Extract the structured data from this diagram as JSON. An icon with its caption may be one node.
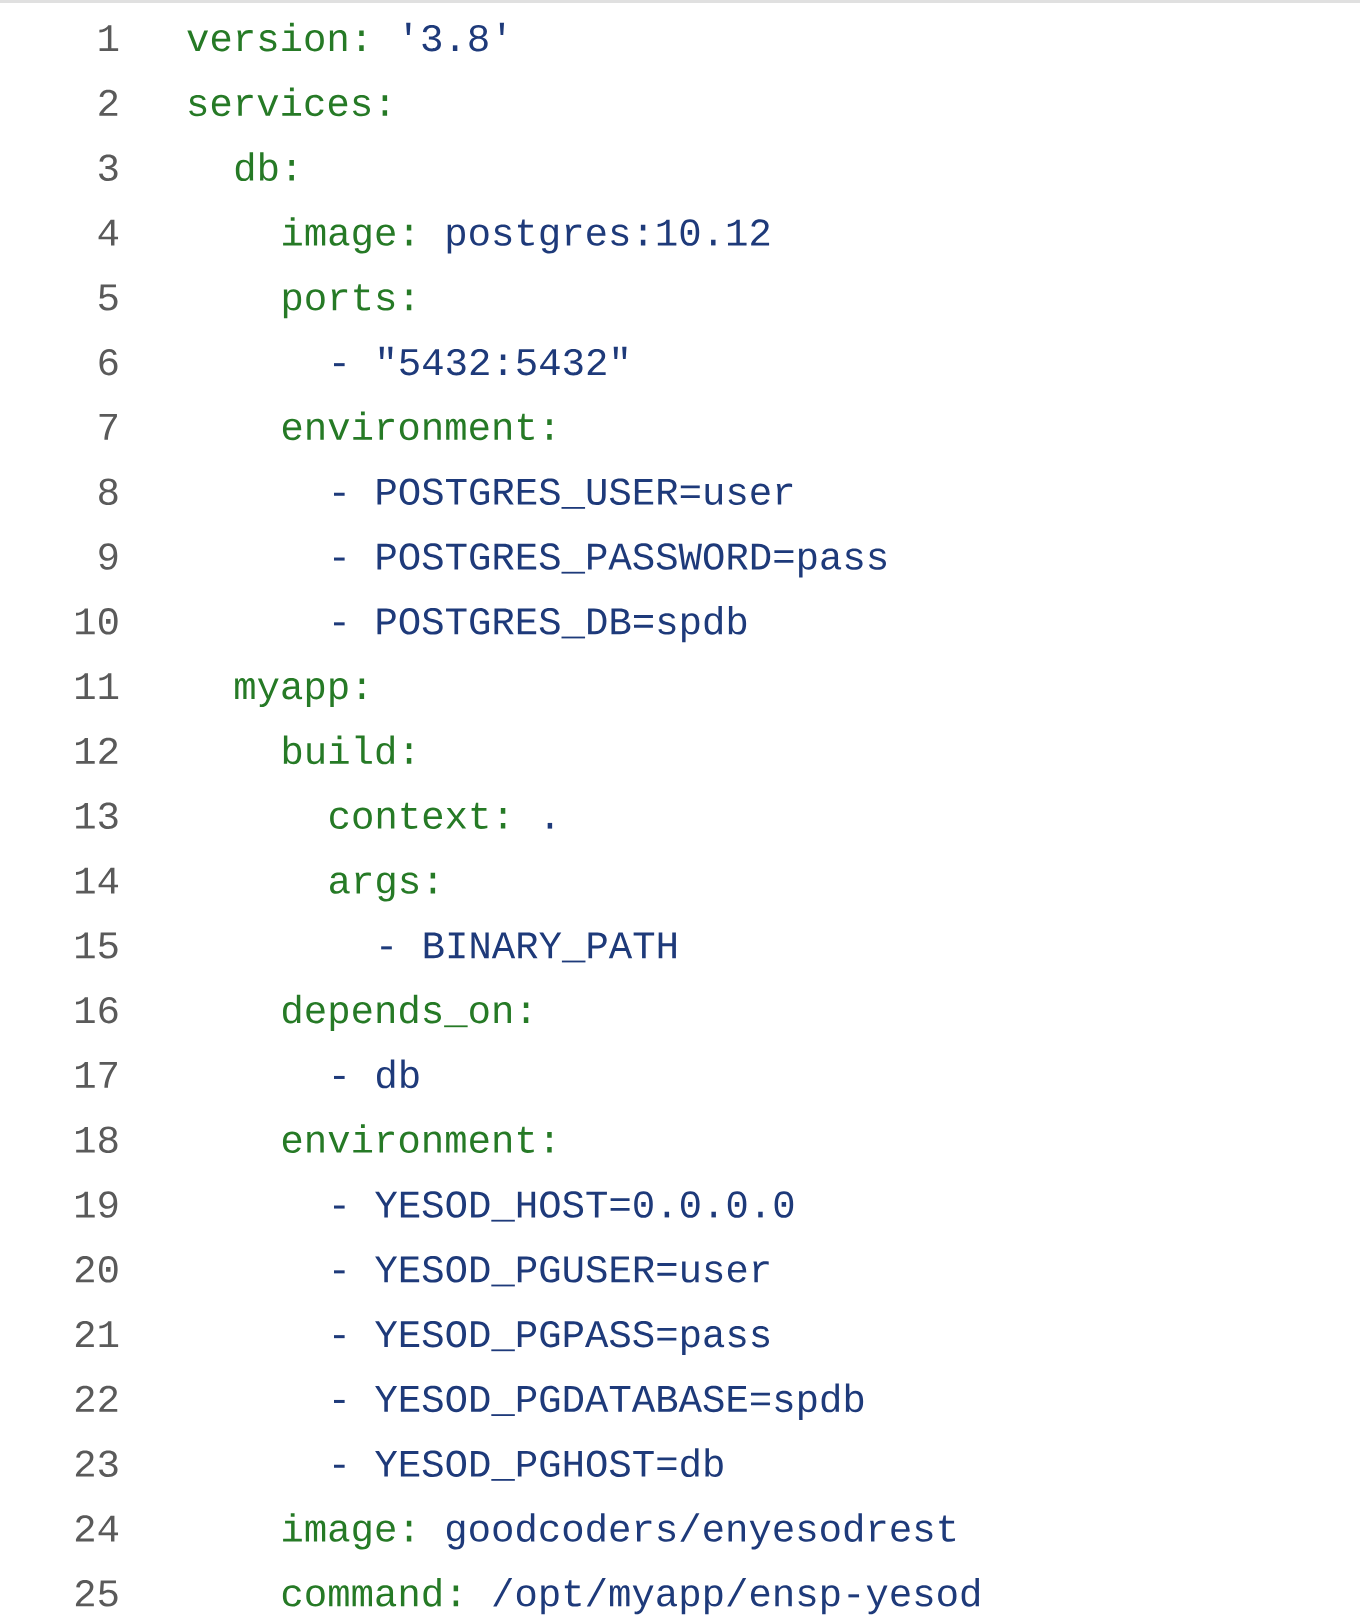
{
  "diagram": {
    "labels": [
      "1",
      "version:",
      "'3.8'",
      "2",
      "services:",
      "3",
      "db:",
      "4",
      "image:",
      "postgres:10.12",
      "5",
      "ports:",
      "6",
      "- \"5432:5432\"",
      "7",
      "environment:",
      "8",
      "- POSTGRES_USER=user",
      "9",
      "- POSTGRES_PASSWORD=pass",
      "10",
      "- POSTGRES_DB=spdb",
      "11",
      "myapp:",
      "12",
      "build:",
      "13",
      "context:",
      ".",
      "14",
      "args:",
      "15",
      "- BINARY_PATH",
      "16",
      "depends_on:",
      "17",
      "- db",
      "18",
      "environment:",
      "19",
      "- YESOD_HOST=0.0.0.0",
      "20",
      "- YESOD_PGUSER=user",
      "21",
      "- YESOD_PGPASS=pass",
      "22",
      "- YESOD_PGDATABASE=spdb",
      "23",
      "- YESOD_PGHOST=db",
      "24",
      "image:",
      "goodcoders/enyesodrest",
      "25",
      "command:",
      "/opt/myapp/ensp-yesod"
    ]
  }
}
